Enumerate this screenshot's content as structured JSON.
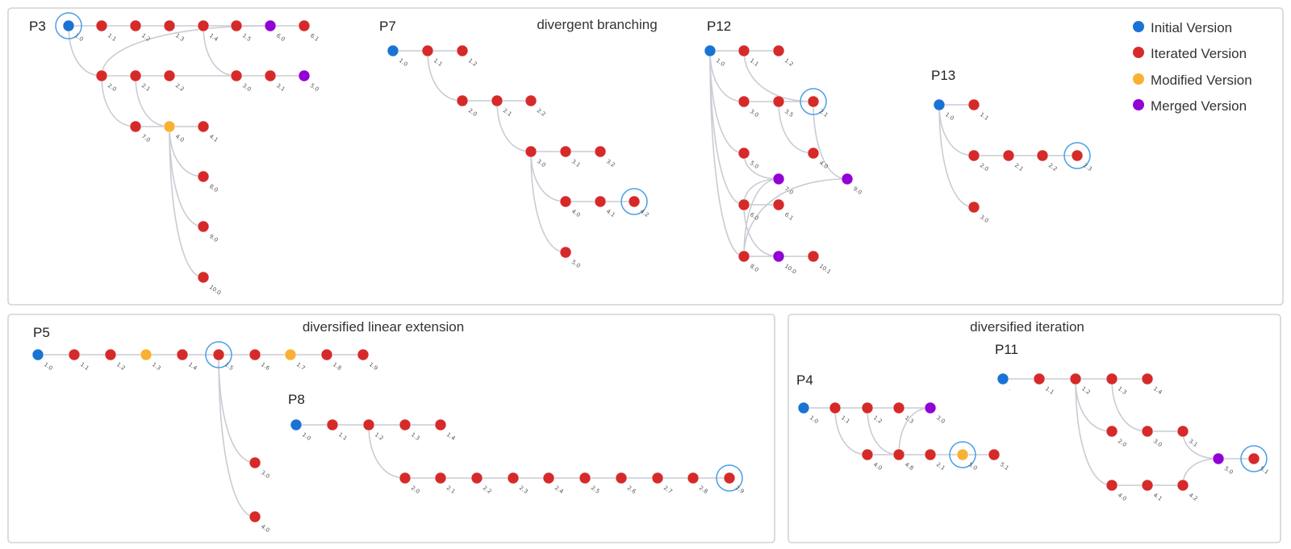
{
  "legend": [
    {
      "key": "initial",
      "label": "Initial Version",
      "color": "#1a73d4"
    },
    {
      "key": "iterated",
      "label": "Iterated Version",
      "color": "#d62a2a"
    },
    {
      "key": "modified",
      "label": "Modified Version",
      "color": "#f8b134"
    },
    {
      "key": "merged",
      "label": "Merged Version",
      "color": "#9200d6"
    }
  ],
  "titles": {
    "top": "divergent branching",
    "bottom_left": "diversified linear extension",
    "bottom_right": "diversified iteration"
  },
  "groups": [
    {
      "name": "P3",
      "nodes": [
        {
          "id": "1.0",
          "type": "initial",
          "highlight": true
        },
        {
          "id": "1.1",
          "type": "iterated"
        },
        {
          "id": "1.2",
          "type": "iterated"
        },
        {
          "id": "1.3",
          "type": "iterated"
        },
        {
          "id": "1.4",
          "type": "iterated"
        },
        {
          "id": "1.5",
          "type": "iterated"
        },
        {
          "id": "6.0",
          "type": "merged"
        },
        {
          "id": "6.1",
          "type": "iterated"
        },
        {
          "id": "2.0",
          "type": "iterated"
        },
        {
          "id": "2.1",
          "type": "iterated"
        },
        {
          "id": "2.2",
          "type": "iterated"
        },
        {
          "id": "3.0",
          "type": "iterated"
        },
        {
          "id": "3.1",
          "type": "iterated"
        },
        {
          "id": "5.0",
          "type": "merged"
        },
        {
          "id": "7.0",
          "type": "iterated"
        },
        {
          "id": "4.0",
          "type": "modified"
        },
        {
          "id": "4.1",
          "type": "iterated"
        },
        {
          "id": "8.0",
          "type": "iterated"
        },
        {
          "id": "9.0",
          "type": "iterated"
        },
        {
          "id": "10.0",
          "type": "iterated"
        }
      ],
      "edges": [
        [
          "1.0",
          "1.1"
        ],
        [
          "1.1",
          "1.2"
        ],
        [
          "1.2",
          "1.3"
        ],
        [
          "1.3",
          "1.4"
        ],
        [
          "1.4",
          "1.5"
        ],
        [
          "1.5",
          "6.0"
        ],
        [
          "6.0",
          "6.1"
        ],
        [
          "1.0",
          "2.0"
        ],
        [
          "2.0",
          "2.1"
        ],
        [
          "2.1",
          "2.2"
        ],
        [
          "2.2",
          "3.0"
        ],
        [
          "3.0",
          "3.1"
        ],
        [
          "3.1",
          "5.0"
        ],
        [
          "1.4",
          "3.0"
        ],
        [
          "2.0",
          "6.0"
        ],
        [
          "2.0",
          "7.0"
        ],
        [
          "2.1",
          "4.0"
        ],
        [
          "7.0",
          "4.0"
        ],
        [
          "4.0",
          "4.1"
        ],
        [
          "4.0",
          "8.0"
        ],
        [
          "4.0",
          "9.0"
        ],
        [
          "4.0",
          "10.0"
        ]
      ]
    },
    {
      "name": "P7",
      "nodes": [
        {
          "id": "1.0",
          "type": "initial"
        },
        {
          "id": "1.1",
          "type": "iterated"
        },
        {
          "id": "1.2",
          "type": "iterated"
        },
        {
          "id": "2.0",
          "type": "iterated"
        },
        {
          "id": "2.1",
          "type": "iterated"
        },
        {
          "id": "2.2",
          "type": "iterated"
        },
        {
          "id": "3.0",
          "type": "iterated"
        },
        {
          "id": "3.1",
          "type": "iterated"
        },
        {
          "id": "3.2",
          "type": "iterated"
        },
        {
          "id": "4.0",
          "type": "iterated"
        },
        {
          "id": "4.1",
          "type": "iterated"
        },
        {
          "id": "4.2",
          "type": "iterated",
          "highlight": true
        },
        {
          "id": "5.0",
          "type": "iterated"
        }
      ],
      "edges": [
        [
          "1.0",
          "1.1"
        ],
        [
          "1.1",
          "1.2"
        ],
        [
          "1.1",
          "2.0"
        ],
        [
          "2.0",
          "2.1"
        ],
        [
          "2.1",
          "2.2"
        ],
        [
          "2.1",
          "3.0"
        ],
        [
          "3.0",
          "3.1"
        ],
        [
          "3.1",
          "3.2"
        ],
        [
          "3.0",
          "4.0"
        ],
        [
          "4.0",
          "4.1"
        ],
        [
          "4.1",
          "4.2"
        ],
        [
          "3.0",
          "5.0"
        ]
      ]
    },
    {
      "name": "P12",
      "nodes": [
        {
          "id": "1.0",
          "type": "initial"
        },
        {
          "id": "1.1",
          "type": "iterated"
        },
        {
          "id": "1.2",
          "type": "iterated"
        },
        {
          "id": "3.0",
          "type": "iterated"
        },
        {
          "id": "3.5",
          "type": "iterated"
        },
        {
          "id": "2.1",
          "type": "iterated",
          "highlight": true
        },
        {
          "id": "4.0",
          "type": "iterated"
        },
        {
          "id": "5.0",
          "type": "iterated"
        },
        {
          "id": "7.0",
          "type": "merged"
        },
        {
          "id": "9.0",
          "type": "merged"
        },
        {
          "id": "6.0",
          "type": "iterated"
        },
        {
          "id": "6.1",
          "type": "iterated"
        },
        {
          "id": "8.0",
          "type": "iterated"
        },
        {
          "id": "10.0",
          "type": "merged"
        },
        {
          "id": "10.1",
          "type": "iterated"
        }
      ],
      "edges": [
        [
          "1.0",
          "1.1"
        ],
        [
          "1.1",
          "1.2"
        ],
        [
          "1.0",
          "3.0"
        ],
        [
          "3.0",
          "3.5"
        ],
        [
          "3.5",
          "2.1"
        ],
        [
          "1.1",
          "2.1"
        ],
        [
          "3.5",
          "4.0"
        ],
        [
          "2.1",
          "9.0"
        ],
        [
          "1.0",
          "5.0"
        ],
        [
          "5.0",
          "7.0"
        ],
        [
          "1.0",
          "6.0"
        ],
        [
          "6.0",
          "6.1"
        ],
        [
          "6.0",
          "7.0"
        ],
        [
          "1.0",
          "8.0"
        ],
        [
          "8.0",
          "9.0"
        ],
        [
          "8.0",
          "10.0"
        ],
        [
          "10.0",
          "10.1"
        ],
        [
          "6.0",
          "10.0"
        ],
        [
          "8.0",
          "7.0"
        ]
      ]
    },
    {
      "name": "P13",
      "nodes": [
        {
          "id": "1.0",
          "type": "initial"
        },
        {
          "id": "1.1",
          "type": "iterated"
        },
        {
          "id": "2.0",
          "type": "iterated"
        },
        {
          "id": "2.1",
          "type": "iterated"
        },
        {
          "id": "2.2",
          "type": "iterated"
        },
        {
          "id": "2.3",
          "type": "iterated",
          "highlight": true
        },
        {
          "id": "3.0",
          "type": "iterated"
        }
      ],
      "edges": [
        [
          "1.0",
          "1.1"
        ],
        [
          "1.0",
          "2.0"
        ],
        [
          "2.0",
          "2.1"
        ],
        [
          "2.1",
          "2.2"
        ],
        [
          "2.2",
          "2.3"
        ],
        [
          "1.0",
          "3.0"
        ]
      ]
    },
    {
      "name": "P5",
      "nodes": [
        {
          "id": "1.0",
          "type": "initial"
        },
        {
          "id": "1.1",
          "type": "iterated"
        },
        {
          "id": "1.2",
          "type": "iterated"
        },
        {
          "id": "1.3",
          "type": "modified"
        },
        {
          "id": "1.4",
          "type": "iterated"
        },
        {
          "id": "1.5",
          "type": "iterated",
          "highlight": true
        },
        {
          "id": "1.6",
          "type": "iterated"
        },
        {
          "id": "1.7",
          "type": "modified"
        },
        {
          "id": "1.8",
          "type": "iterated"
        },
        {
          "id": "1.9",
          "type": "iterated"
        },
        {
          "id": "3.0",
          "type": "iterated"
        },
        {
          "id": "4.0",
          "type": "iterated"
        }
      ],
      "edges": [
        [
          "1.0",
          "1.1"
        ],
        [
          "1.1",
          "1.2"
        ],
        [
          "1.2",
          "1.3"
        ],
        [
          "1.3",
          "1.4"
        ],
        [
          "1.4",
          "1.5"
        ],
        [
          "1.5",
          "1.6"
        ],
        [
          "1.6",
          "1.7"
        ],
        [
          "1.7",
          "1.8"
        ],
        [
          "1.8",
          "1.9"
        ],
        [
          "1.5",
          "3.0"
        ],
        [
          "1.5",
          "4.0"
        ]
      ]
    },
    {
      "name": "P8",
      "nodes": [
        {
          "id": "1.0",
          "type": "initial"
        },
        {
          "id": "1.1",
          "type": "iterated"
        },
        {
          "id": "1.2",
          "type": "iterated"
        },
        {
          "id": "1.3",
          "type": "iterated"
        },
        {
          "id": "1.4",
          "type": "iterated"
        },
        {
          "id": "2.0",
          "type": "iterated"
        },
        {
          "id": "2.1",
          "type": "iterated"
        },
        {
          "id": "2.2",
          "type": "iterated"
        },
        {
          "id": "2.3",
          "type": "iterated"
        },
        {
          "id": "2.4",
          "type": "iterated"
        },
        {
          "id": "2.5",
          "type": "iterated"
        },
        {
          "id": "2.6",
          "type": "iterated"
        },
        {
          "id": "2.7",
          "type": "iterated"
        },
        {
          "id": "2.8",
          "type": "iterated"
        },
        {
          "id": "2.9",
          "type": "iterated",
          "highlight": true
        }
      ],
      "edges": [
        [
          "1.0",
          "1.1"
        ],
        [
          "1.1",
          "1.2"
        ],
        [
          "1.2",
          "1.3"
        ],
        [
          "1.3",
          "1.4"
        ],
        [
          "1.2",
          "2.0"
        ],
        [
          "2.0",
          "2.1"
        ],
        [
          "2.1",
          "2.2"
        ],
        [
          "2.2",
          "2.3"
        ],
        [
          "2.3",
          "2.4"
        ],
        [
          "2.4",
          "2.5"
        ],
        [
          "2.5",
          "2.6"
        ],
        [
          "2.6",
          "2.7"
        ],
        [
          "2.7",
          "2.8"
        ],
        [
          "2.8",
          "2.9"
        ]
      ]
    },
    {
      "name": "P4",
      "nodes": [
        {
          "id": "1.0",
          "type": "initial"
        },
        {
          "id": "1.1",
          "type": "iterated"
        },
        {
          "id": "1.2",
          "type": "iterated"
        },
        {
          "id": "1.3",
          "type": "iterated"
        },
        {
          "id": "3.0",
          "type": "merged"
        },
        {
          "id": "4.0",
          "type": "iterated"
        },
        {
          "id": "4.8",
          "type": "iterated"
        },
        {
          "id": "2.1",
          "type": "iterated"
        },
        {
          "id": "5.0",
          "type": "modified",
          "highlight": true
        },
        {
          "id": "5.1",
          "type": "iterated"
        }
      ],
      "edges": [
        [
          "1.0",
          "1.1"
        ],
        [
          "1.1",
          "1.2"
        ],
        [
          "1.2",
          "1.3"
        ],
        [
          "1.3",
          "3.0"
        ],
        [
          "1.1",
          "4.0"
        ],
        [
          "4.0",
          "4.8"
        ],
        [
          "4.8",
          "2.1"
        ],
        [
          "2.1",
          "5.0"
        ],
        [
          "5.0",
          "5.1"
        ],
        [
          "1.2",
          "4.8"
        ],
        [
          "4.8",
          "3.0"
        ]
      ]
    },
    {
      "name": "P11",
      "nodes": [
        {
          "id": ".",
          "type": "initial"
        },
        {
          "id": "1.1",
          "type": "iterated"
        },
        {
          "id": "1.2",
          "type": "iterated"
        },
        {
          "id": "1.3",
          "type": "iterated"
        },
        {
          "id": "1.4",
          "type": "iterated"
        },
        {
          "id": "2.0",
          "type": "iterated"
        },
        {
          "id": "3.0",
          "type": "iterated"
        },
        {
          "id": "3.1",
          "type": "iterated"
        },
        {
          "id": "5.0",
          "type": "merged"
        },
        {
          "id": "5.1",
          "type": "iterated",
          "highlight": true
        },
        {
          "id": "4.0",
          "type": "iterated"
        },
        {
          "id": "4.1",
          "type": "iterated"
        },
        {
          "id": "4.2",
          "type": "iterated"
        }
      ],
      "edges": [
        [
          ".",
          "1.1"
        ],
        [
          "1.1",
          "1.2"
        ],
        [
          "1.2",
          "1.3"
        ],
        [
          "1.3",
          "1.4"
        ],
        [
          "1.2",
          "2.0"
        ],
        [
          "1.3",
          "3.0"
        ],
        [
          "3.0",
          "3.1"
        ],
        [
          "3.1",
          "5.0"
        ],
        [
          "5.0",
          "5.1"
        ],
        [
          "1.2",
          "4.0"
        ],
        [
          "4.0",
          "4.1"
        ],
        [
          "4.1",
          "4.2"
        ],
        [
          "4.2",
          "5.0"
        ]
      ]
    }
  ]
}
